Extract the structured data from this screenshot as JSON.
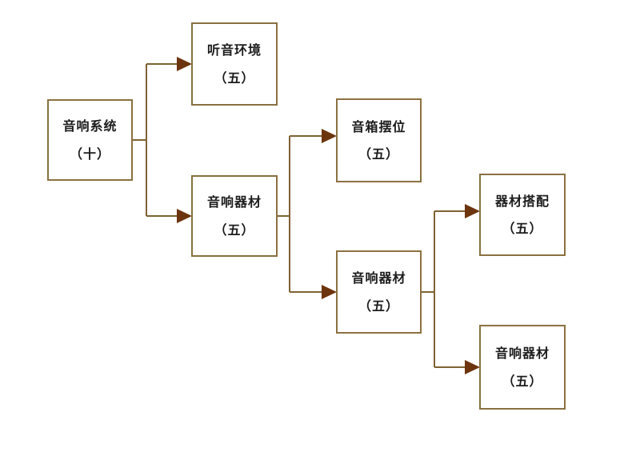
{
  "colors": {
    "background": "#ffffff",
    "box_border": "#8a7140",
    "line": "#7f6233",
    "arrow": "#6d350e",
    "text": "#1c1c1c"
  },
  "nodes": [
    {
      "title": "音响系统",
      "subtitle": "（十）"
    },
    {
      "title": "听音环境",
      "subtitle": "（五）"
    },
    {
      "title": "音响器材",
      "subtitle": "（五）"
    },
    {
      "title": "音箱摆位",
      "subtitle": "（五）"
    },
    {
      "title": "音响器材",
      "subtitle": "（五）"
    },
    {
      "title": "器材搭配",
      "subtitle": "（五）"
    },
    {
      "title": "音响器材",
      "subtitle": "（五）"
    }
  ]
}
